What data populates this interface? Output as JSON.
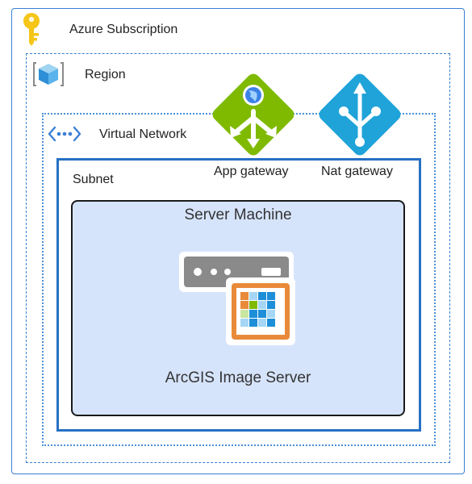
{
  "subscription": {
    "label": "Azure Subscription",
    "icon": "key-icon"
  },
  "region": {
    "label": "Region",
    "icon": "region-cube-icon"
  },
  "virtual_network": {
    "label": "Virtual Network",
    "icon": "vnet-icon"
  },
  "subnet": {
    "label": "Subnet"
  },
  "app_gateway": {
    "label": "App gateway",
    "icon": "app-gateway-icon",
    "color": "#7fba00"
  },
  "nat_gateway": {
    "label": "Nat gateway",
    "icon": "nat-gateway-icon",
    "color": "#1fa3d9"
  },
  "server_machine": {
    "title": "Server Machine",
    "icon": "server-icon",
    "app_label": "ArcGIS Image Server",
    "app_icon": "arcgis-image-server-icon"
  },
  "colors": {
    "border_blue": "#3a7fd5",
    "server_fill": "#d6e4fb",
    "accent_orange": "#e98a3a"
  }
}
